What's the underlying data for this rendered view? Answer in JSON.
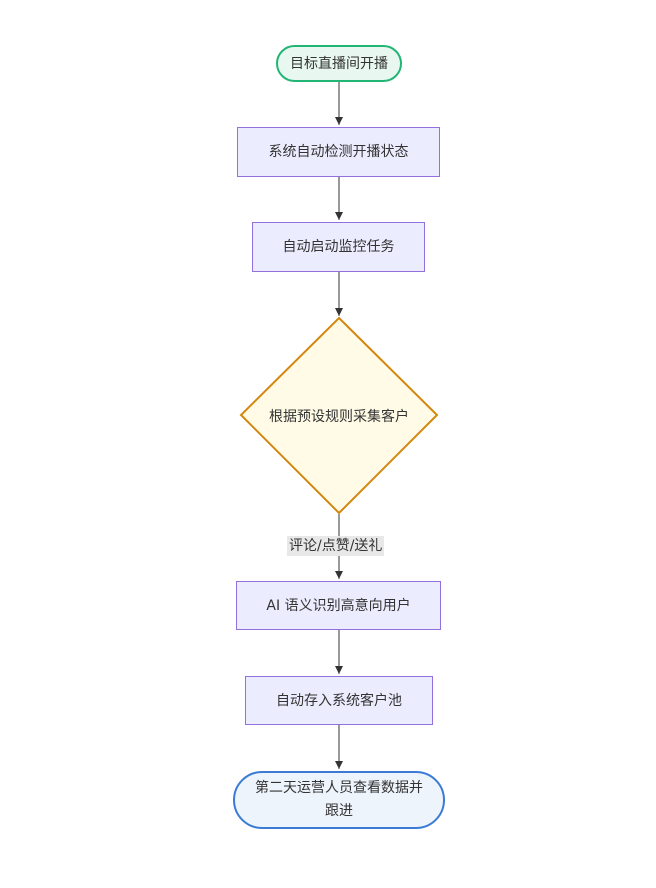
{
  "nodes": {
    "start": "目标直播间开播",
    "detect": "系统自动检测开播状态",
    "monitor": "自动启动监控任务",
    "collect": "根据预设规则采集客户",
    "ai": "AI 语义识别高意向用户",
    "store": "自动存入系统客户池",
    "follow_line1": "第二天运营人员查看数据并",
    "follow_line2": "跟进"
  },
  "edges": {
    "collect_to_ai_label": "评论/点赞/送礼"
  },
  "colors": {
    "process_fill": "#ECECFF",
    "process_stroke": "#9370DB",
    "start_fill": "#E8F8F0",
    "start_stroke": "#22B573",
    "decision_fill": "#FFFBE6",
    "decision_stroke": "#D4870F",
    "end_fill": "#EEF4FC",
    "end_stroke": "#3A7BD5",
    "edge": "#333333"
  }
}
